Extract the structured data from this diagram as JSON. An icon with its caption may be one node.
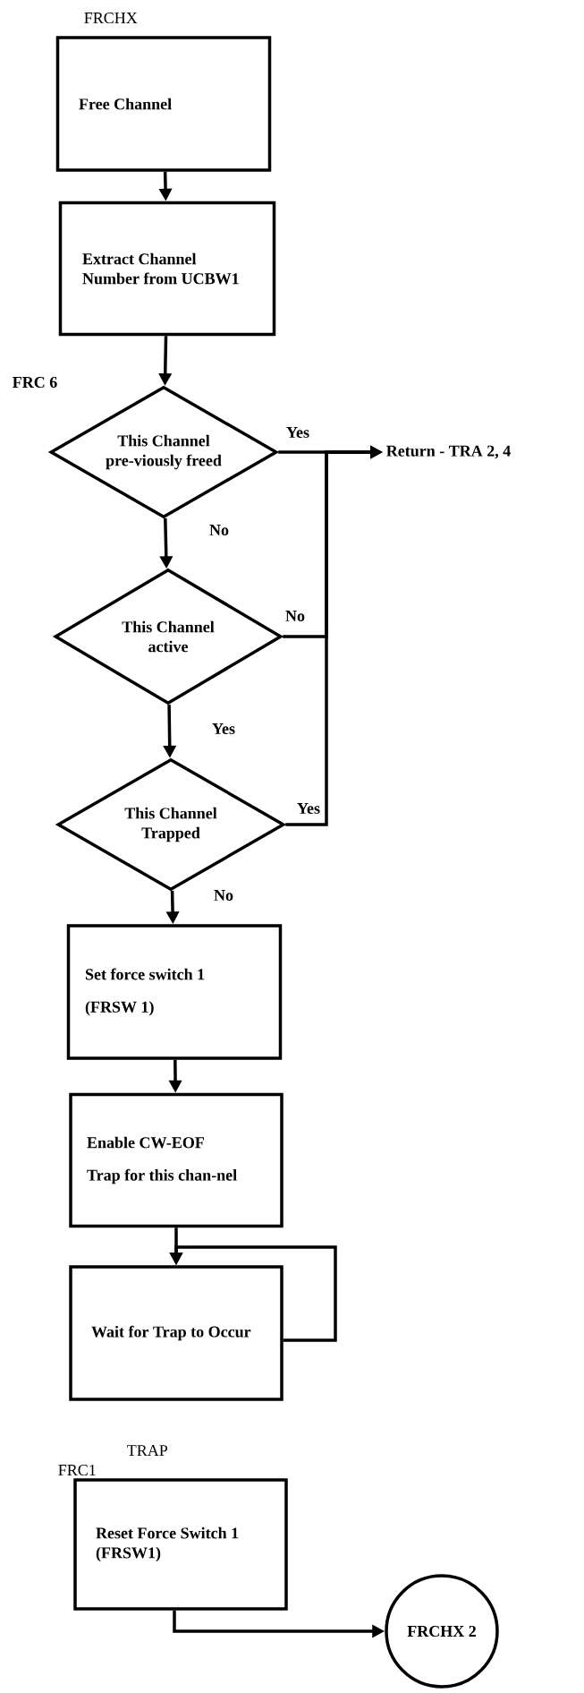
{
  "diagram": {
    "nodes": [
      {
        "text": [
          "Free Channel"
        ],
        "beside": [
          "FRCHX"
        ]
      },
      {
        "text": [
          "Extract Channel Number from UCBW1"
        ]
      },
      {
        "text": [
          "This Channel pre-viously freed"
        ],
        "beside": [
          "FRC 6"
        ]
      },
      {
        "text": [
          "Return - TRA 2, 4"
        ]
      },
      {
        "text": [
          "This Channel active"
        ]
      },
      {
        "text": [
          "This Channel Trapped"
        ]
      },
      {
        "text": [
          "Set force switch 1",
          "(FRSW 1)"
        ]
      },
      {
        "text": [
          "Enable CW-EOF",
          "Trap for this chan-nel"
        ]
      },
      {
        "text": [
          "Wait for Trap to Occur"
        ]
      },
      {
        "text": [
          "Reset Force Switch 1 (FRSW1)"
        ],
        "beside": [
          "TRAP",
          "FRC1"
        ]
      },
      {
        "text": [
          "FRCHX 2"
        ]
      }
    ],
    "edges": [
      {
        "from": 0,
        "to": 1,
        "arrow": "to"
      },
      {
        "from": 1,
        "to": 2,
        "arrow": "to"
      },
      {
        "from": 2,
        "to": 3,
        "arrow": "to",
        "label": "Yes"
      },
      {
        "from": 2,
        "to": 4,
        "arrow": "to",
        "label": "No"
      },
      {
        "from": 4,
        "to": 3,
        "arrow": "to",
        "label": "No"
      },
      {
        "from": 4,
        "to": 5,
        "arrow": "to",
        "label": "Yes"
      },
      {
        "from": 5,
        "to": 3,
        "arrow": "to",
        "label": "Yes"
      },
      {
        "from": 5,
        "to": 6,
        "arrow": "to",
        "label": "No"
      },
      {
        "from": 6,
        "to": 7,
        "arrow": "to"
      },
      {
        "from": 7,
        "to": 8,
        "arrow": "to"
      },
      {
        "from": 8,
        "to": 8,
        "arrow": "to"
      },
      {
        "from": 9,
        "to": 10,
        "arrow": "to"
      }
    ]
  }
}
